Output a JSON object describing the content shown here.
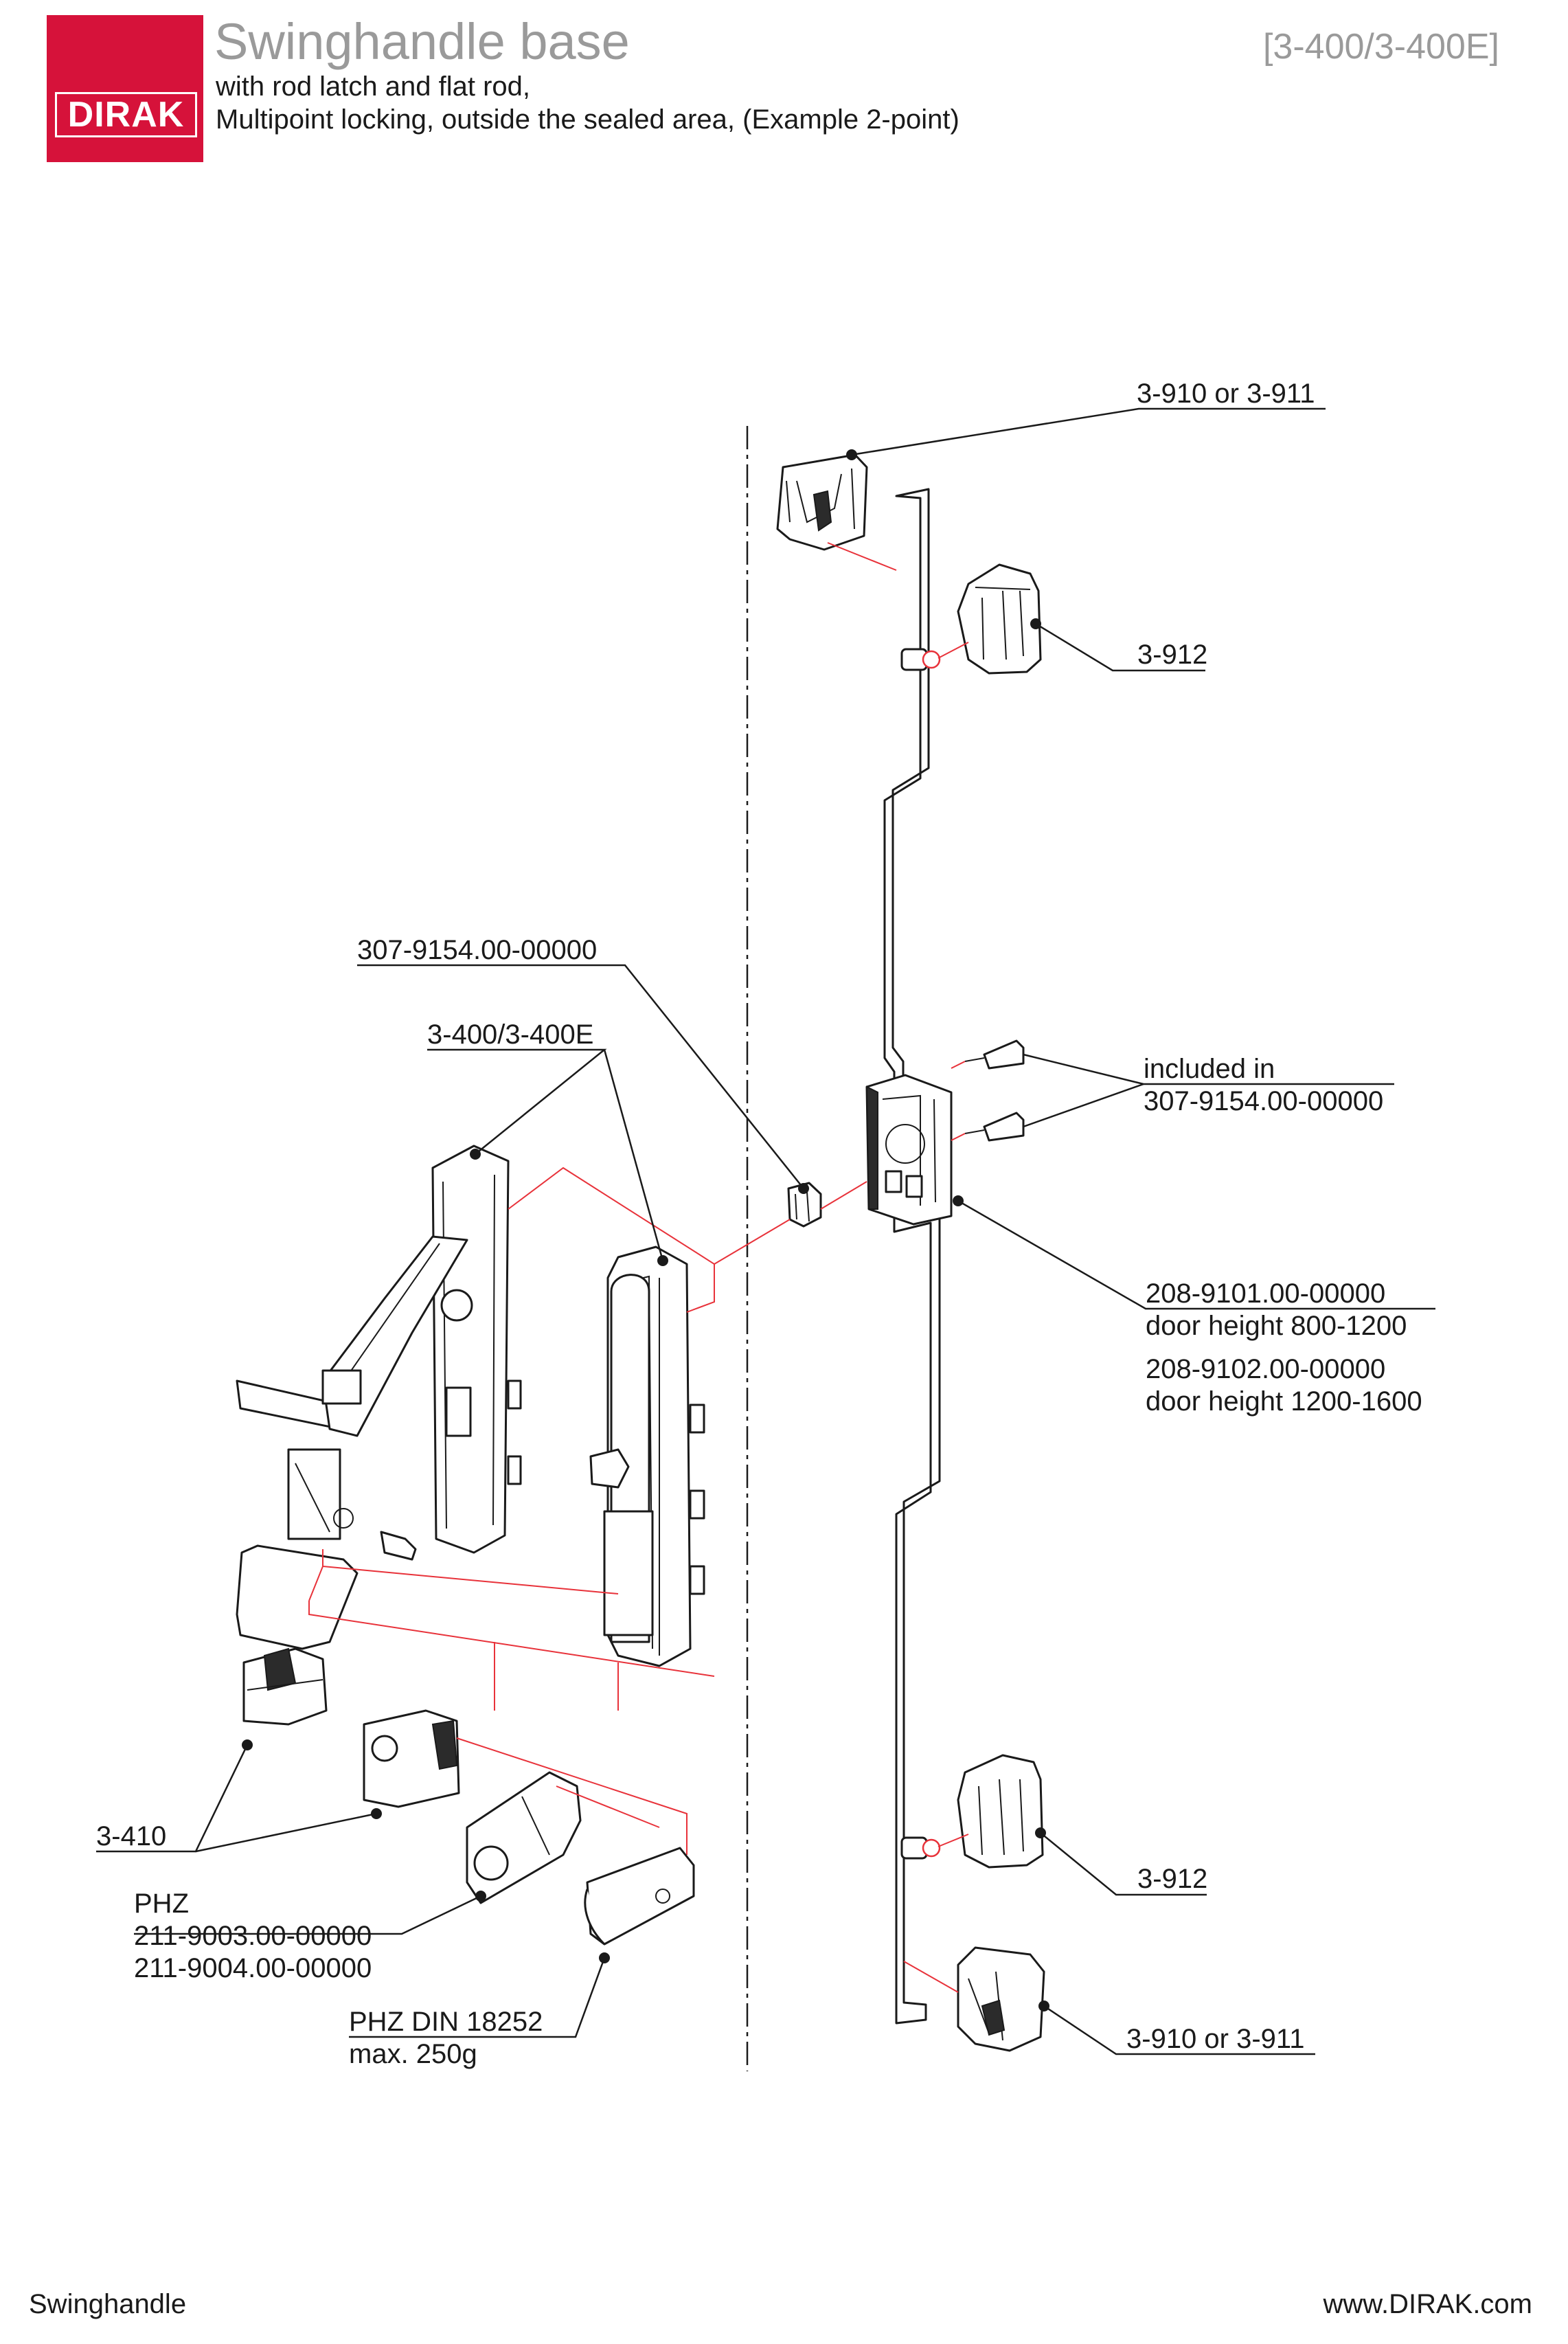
{
  "header": {
    "brand": "DIRAK",
    "title": "Swinghandle base",
    "code": "[3-400/3-400E]",
    "subtitle_1": "with rod latch and flat rod,",
    "subtitle_2": "Multipoint locking, outside the sealed area, (Example 2-point)"
  },
  "labels": {
    "top_catch": "3-910 or 3-911",
    "top_guide": "3-912",
    "adapter_part": "307-9154.00-00000",
    "handle": "3-400/3-400E",
    "screws_line1": "included in",
    "screws_line2": "307-9154.00-00000",
    "rod_part1": "208-9101.00-00000",
    "rod_part1_note": "door height 800-1200",
    "rod_part2": "208-9102.00-00000",
    "rod_part2_note": "door height 1200-1600",
    "bottom_guide": "3-912",
    "bottom_catch": "3-910 or 3-911",
    "lock_insert": "3-410",
    "phz": "PHZ",
    "phz_part1": "211-9003.00-00000",
    "phz_part2": "211-9004.00-00000",
    "phz_din": "PHZ DIN 18252",
    "phz_din_note": "max. 250g"
  },
  "footer": {
    "left": "Swinghandle",
    "right": "www.DIRAK.com"
  },
  "colors": {
    "brand_red": "#d6123a",
    "title_gray": "#9a9a9a",
    "assembly_line_red": "#e8323a",
    "line_black": "#1a1a1a"
  }
}
